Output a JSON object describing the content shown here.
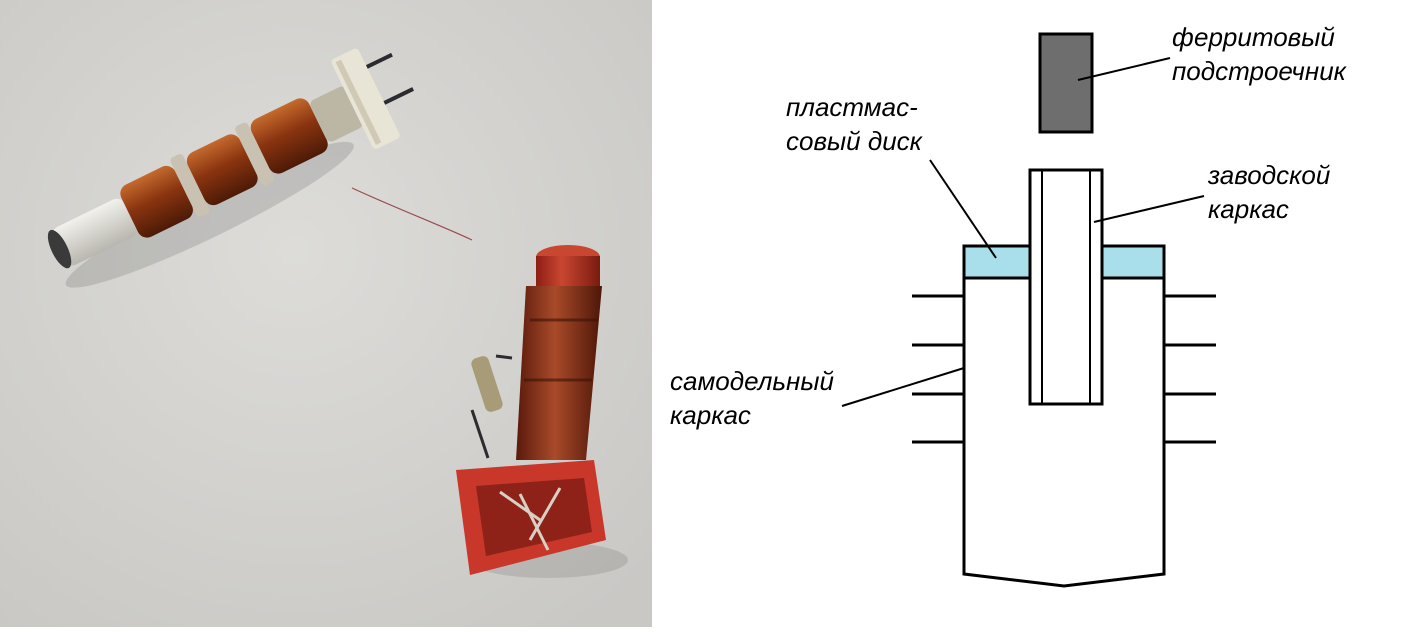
{
  "colors": {
    "photo_background": "#d4d3d0",
    "diagram_background": "#ffffff",
    "line": "#000000",
    "ferrite": "#6e6e6e",
    "disk": "#a9dfea",
    "copper_wire": "#9a3e12",
    "red_plastic": "#c62a1f"
  },
  "diagram": {
    "labels": {
      "ferrite_tuner": [
        "ферритовый",
        "подстроечник"
      ],
      "plastic_disk": [
        "пластмас-",
        "совый диск"
      ],
      "factory_frame": [
        "заводской",
        "каркас"
      ],
      "homemade_frame": [
        "самодельный",
        "каркас"
      ]
    }
  }
}
